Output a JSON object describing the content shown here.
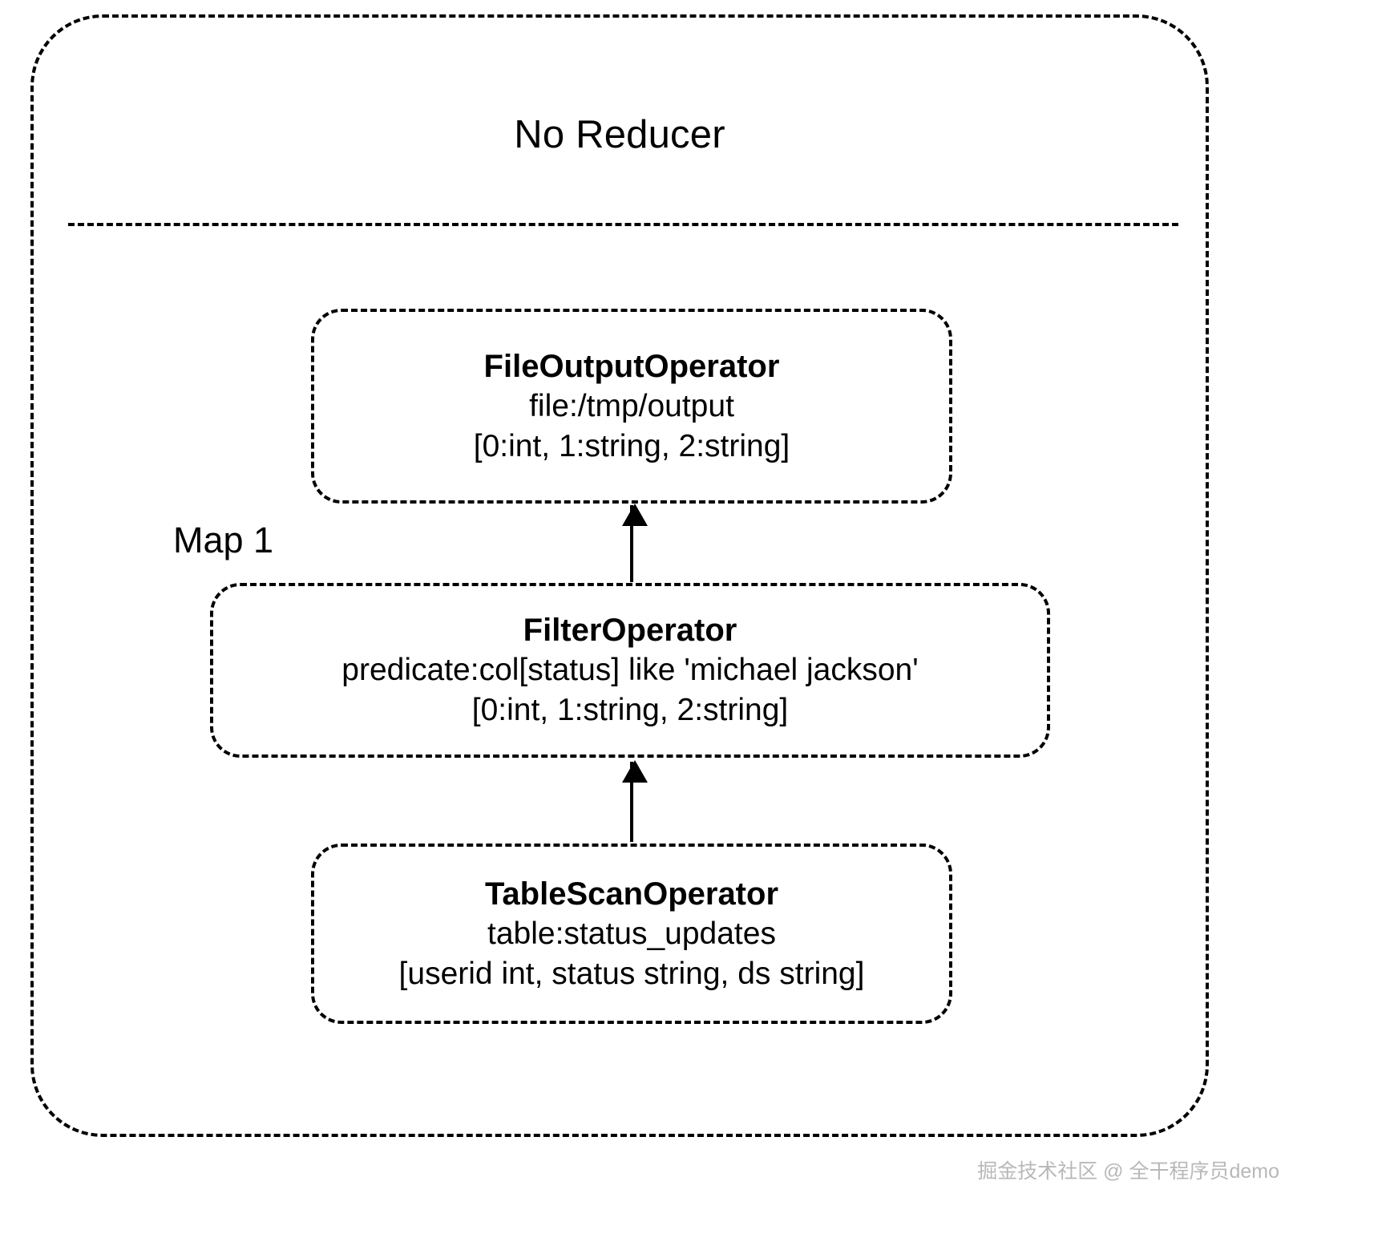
{
  "diagram": {
    "type": "query-execution-plan",
    "stage": {
      "title": "No Reducer",
      "vertex_label": "Map 1"
    },
    "nodes": [
      {
        "id": "file-output-operator",
        "title": "FileOutputOperator",
        "detail": "file:/tmp/output",
        "schema": "[0:int, 1:string, 2:string]"
      },
      {
        "id": "filter-operator",
        "title": "FilterOperator",
        "detail": "predicate:col[status] like 'michael jackson'",
        "schema": "[0:int, 1:string, 2:string]"
      },
      {
        "id": "table-scan-operator",
        "title": "TableScanOperator",
        "detail": "table:status_updates",
        "schema": "[userid int, status string, ds string]"
      }
    ],
    "edges": [
      {
        "from": "table-scan-operator",
        "to": "filter-operator",
        "style": "solid-arrow-up"
      },
      {
        "from": "filter-operator",
        "to": "file-output-operator",
        "style": "solid-arrow-up"
      }
    ],
    "watermark": "掘金技术社区 @ 全干程序员demo",
    "colors": {
      "stroke": "#000000",
      "background": "#ffffff",
      "watermark": "#b8b8b8"
    }
  }
}
